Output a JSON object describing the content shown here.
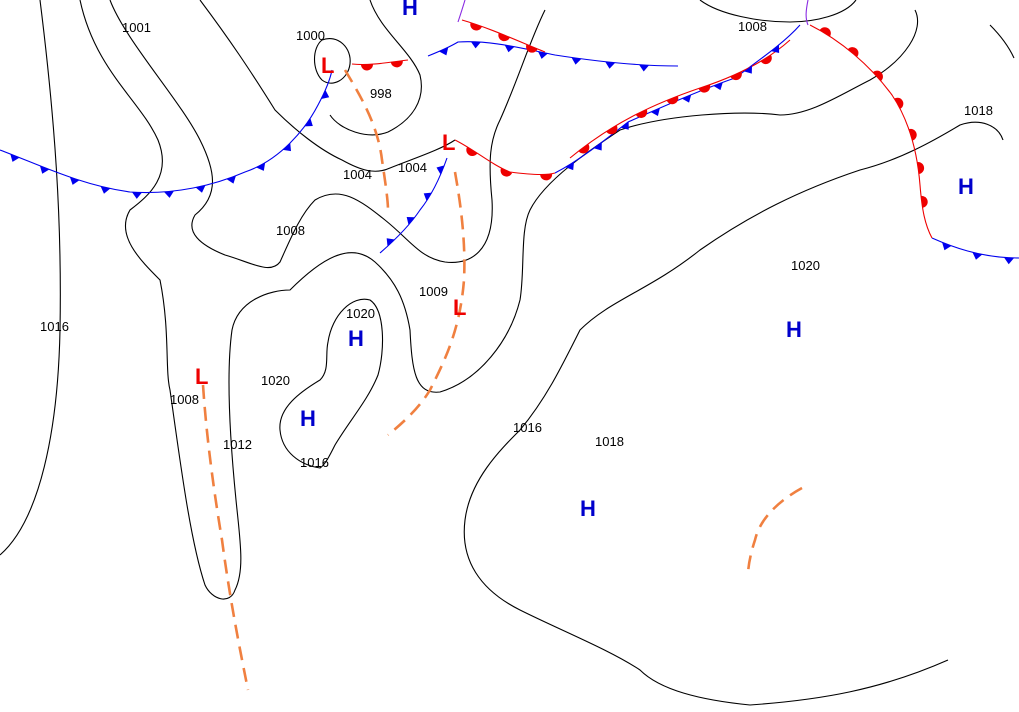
{
  "map": {
    "isobar_labels": [
      "1001",
      "1000",
      "998",
      "1008",
      "1018",
      "1004",
      "1004",
      "1008",
      "1020",
      "1016",
      "1020",
      "1009",
      "1020",
      "1008",
      "1012",
      "1016",
      "1016",
      "1018"
    ],
    "high_symbol": "H",
    "low_symbol": "L",
    "colors": {
      "isobar": "#000000",
      "cold_front": "#0000ee",
      "warm_front": "#ee0000",
      "occluded_front": "#8a2be2",
      "trough": "#f08040",
      "high_center": "#0000cc",
      "low_center": "#ee0000"
    },
    "legend_features": [
      "isobars",
      "cold-front",
      "warm-front",
      "occluded-front",
      "trough",
      "high-pressure-center",
      "low-pressure-center"
    ]
  }
}
